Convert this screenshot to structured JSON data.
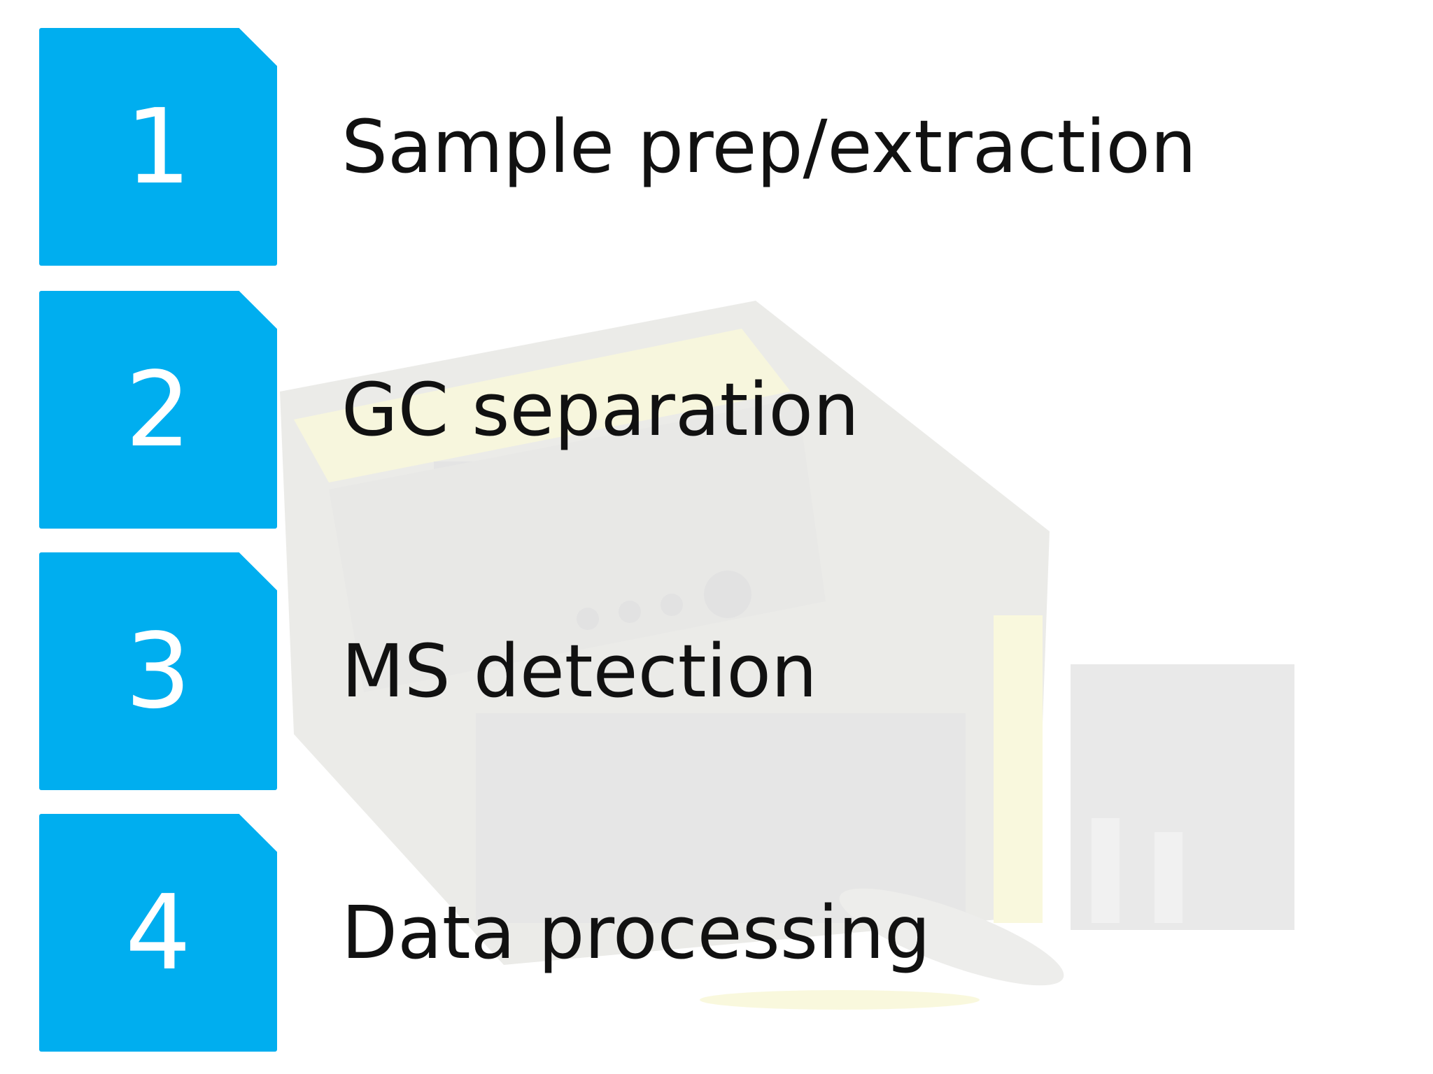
{
  "accent_color": "#00AEEF",
  "background_image": "faded-portable-gc-ms-instrument",
  "steps": [
    {
      "number": "1",
      "label": "Sample prep/extraction"
    },
    {
      "number": "2",
      "label": "GC separation"
    },
    {
      "number": "3",
      "label": "MS detection"
    },
    {
      "number": "4",
      "label": "Data processing"
    }
  ]
}
